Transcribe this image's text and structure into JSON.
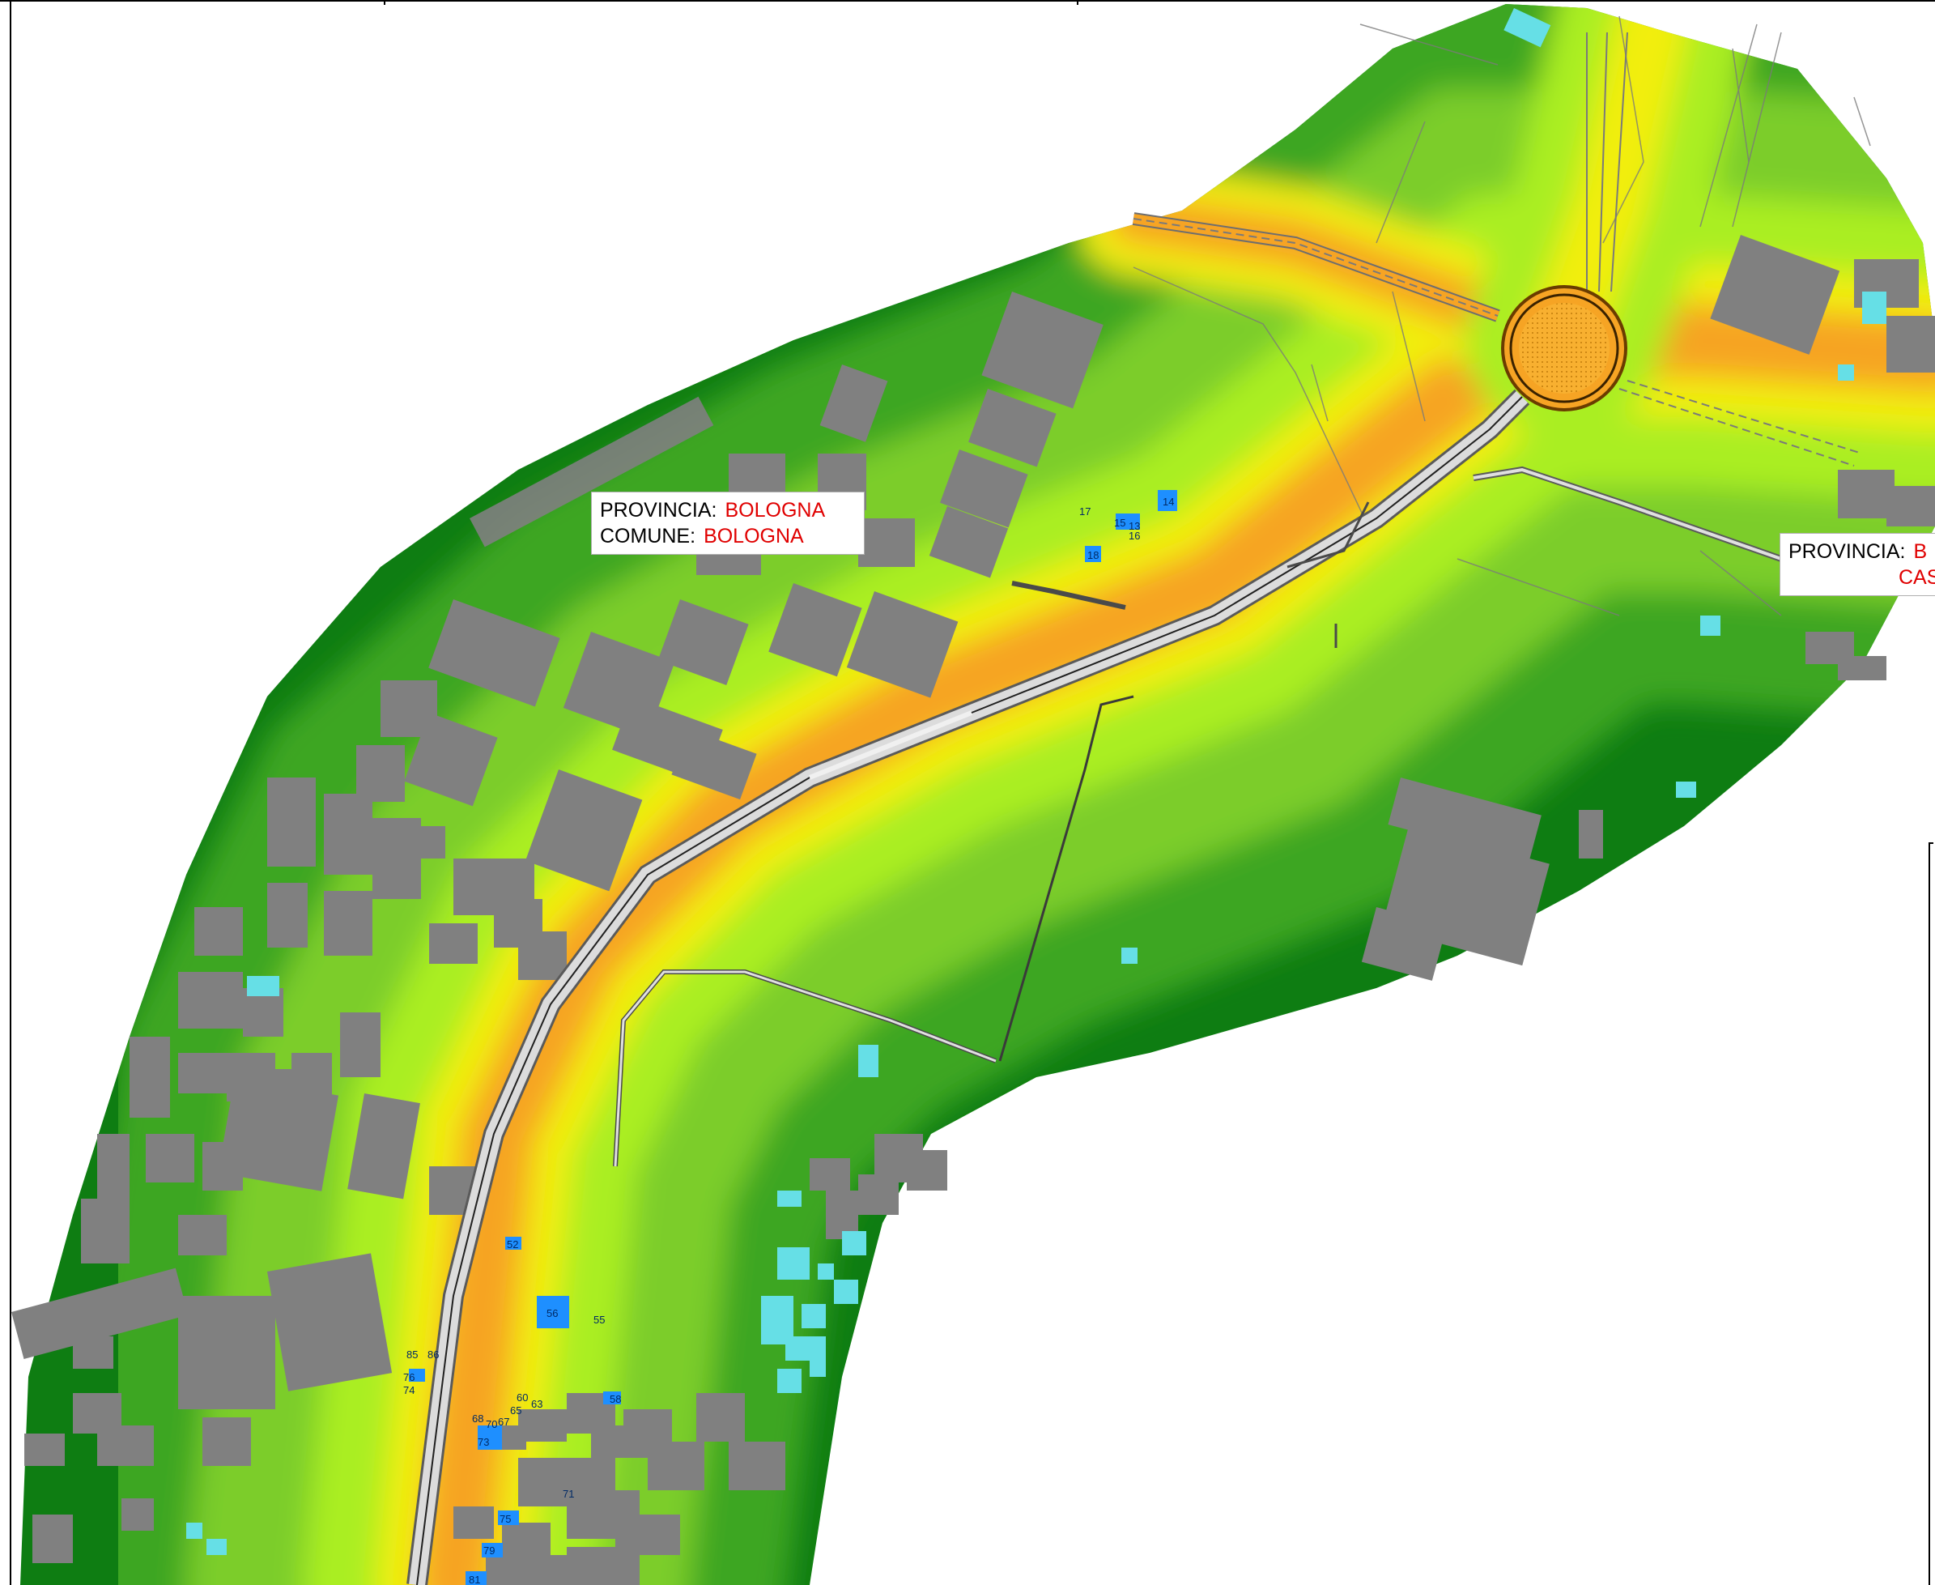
{
  "labels": [
    {
      "id": "bologna",
      "provincia_key": "PROVINCIA:",
      "provincia_val": "BOLOGNA",
      "comune_key": "COMUNE:",
      "comune_val": "BOLOGNA"
    },
    {
      "id": "right",
      "provincia_key": "PROVINCIA:",
      "provincia_val": "B",
      "comune_key": "",
      "comune_val": "CAS"
    }
  ],
  "receptors": [
    "17",
    "15",
    "13",
    "16",
    "14",
    "18",
    "52",
    "56",
    "55",
    "58",
    "60",
    "65",
    "63",
    "68",
    "70",
    "67",
    "73",
    "74",
    "75",
    "76",
    "79",
    "81",
    "85",
    "86",
    "71"
  ],
  "colors": {
    "ring_low": "#0e7d12",
    "mid_low": "#3da624",
    "mid": "#7ccd2b",
    "high": "#aaee20",
    "yellow": "#f2ee10",
    "orange": "#f6a424",
    "building": "#808080",
    "receptor": "#1e8fff",
    "receptor_light": "#66dfe6"
  }
}
